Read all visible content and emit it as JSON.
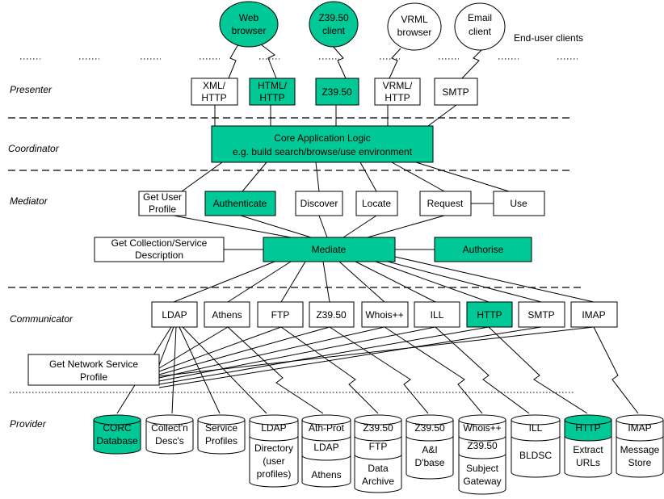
{
  "colors": {
    "accent": "#00c896",
    "line": "#000000",
    "fill": "#ffffff"
  },
  "layers": {
    "presenter": "Presenter",
    "coordinator": "Coordinator",
    "mediator": "Mediator",
    "communicator": "Communicator",
    "provider": "Provider"
  },
  "clients": {
    "caption": "End-user clients",
    "web": [
      "Web",
      "browser"
    ],
    "z3950": [
      "Z39.50",
      "client"
    ],
    "vrml": [
      "VRML",
      "browser"
    ],
    "email": [
      "Email",
      "client"
    ]
  },
  "presenter": {
    "xml": [
      "XML/",
      "HTTP"
    ],
    "html": [
      "HTML/",
      "HTTP"
    ],
    "z3950": "Z39.50",
    "vrml": [
      "VRML/",
      "HTTP"
    ],
    "smtp": "SMTP"
  },
  "core": [
    "Core Application Logic",
    "e.g. build search/browse/use environment"
  ],
  "mediator": {
    "get_user_profile": [
      "Get User",
      "Profile"
    ],
    "authenticate": "Authenticate",
    "discover": "Discover",
    "locate": "Locate",
    "request": "Request",
    "use": "Use",
    "get_collection": [
      "Get Collection/Service",
      "Description"
    ],
    "mediate": "Mediate",
    "authorise": "Authorise"
  },
  "communicator": {
    "ldap": "LDAP",
    "athens": "Athens",
    "ftp": "FTP",
    "z3950": "Z39.50",
    "whois": "Whois++",
    "ill": "ILL",
    "http": "HTTP",
    "smtp": "SMTP",
    "imap": "IMAP",
    "get_network": [
      "Get Network Service",
      "Profile"
    ]
  },
  "provider": {
    "corc": [
      "CORC",
      "Database"
    ],
    "collectn": [
      "Collect'n",
      "Desc's"
    ],
    "service": [
      "Service",
      "Profiles"
    ],
    "ldap_dir": [
      "LDAP",
      "Directory",
      "(user",
      "profiles)"
    ],
    "athprot": "Ath-Prot",
    "ldap2": "LDAP",
    "athens": "Athens",
    "z_ftp": "Z39.50",
    "ftp": "FTP",
    "data_archive": [
      "Data",
      "Archive"
    ],
    "z_ai": "Z39.50",
    "ai_dbase": [
      "A&I",
      "D'base"
    ],
    "whois": "Whois++",
    "z_sg": "Z39.50",
    "subject_gateway": [
      "Subject",
      "Gateway"
    ],
    "ill": "ILL",
    "bldsc": "BLDSC",
    "http": "HTTP",
    "extract": [
      "Extract",
      "URLs"
    ],
    "imap": "IMAP",
    "message_store": [
      "Message",
      "Store"
    ]
  }
}
